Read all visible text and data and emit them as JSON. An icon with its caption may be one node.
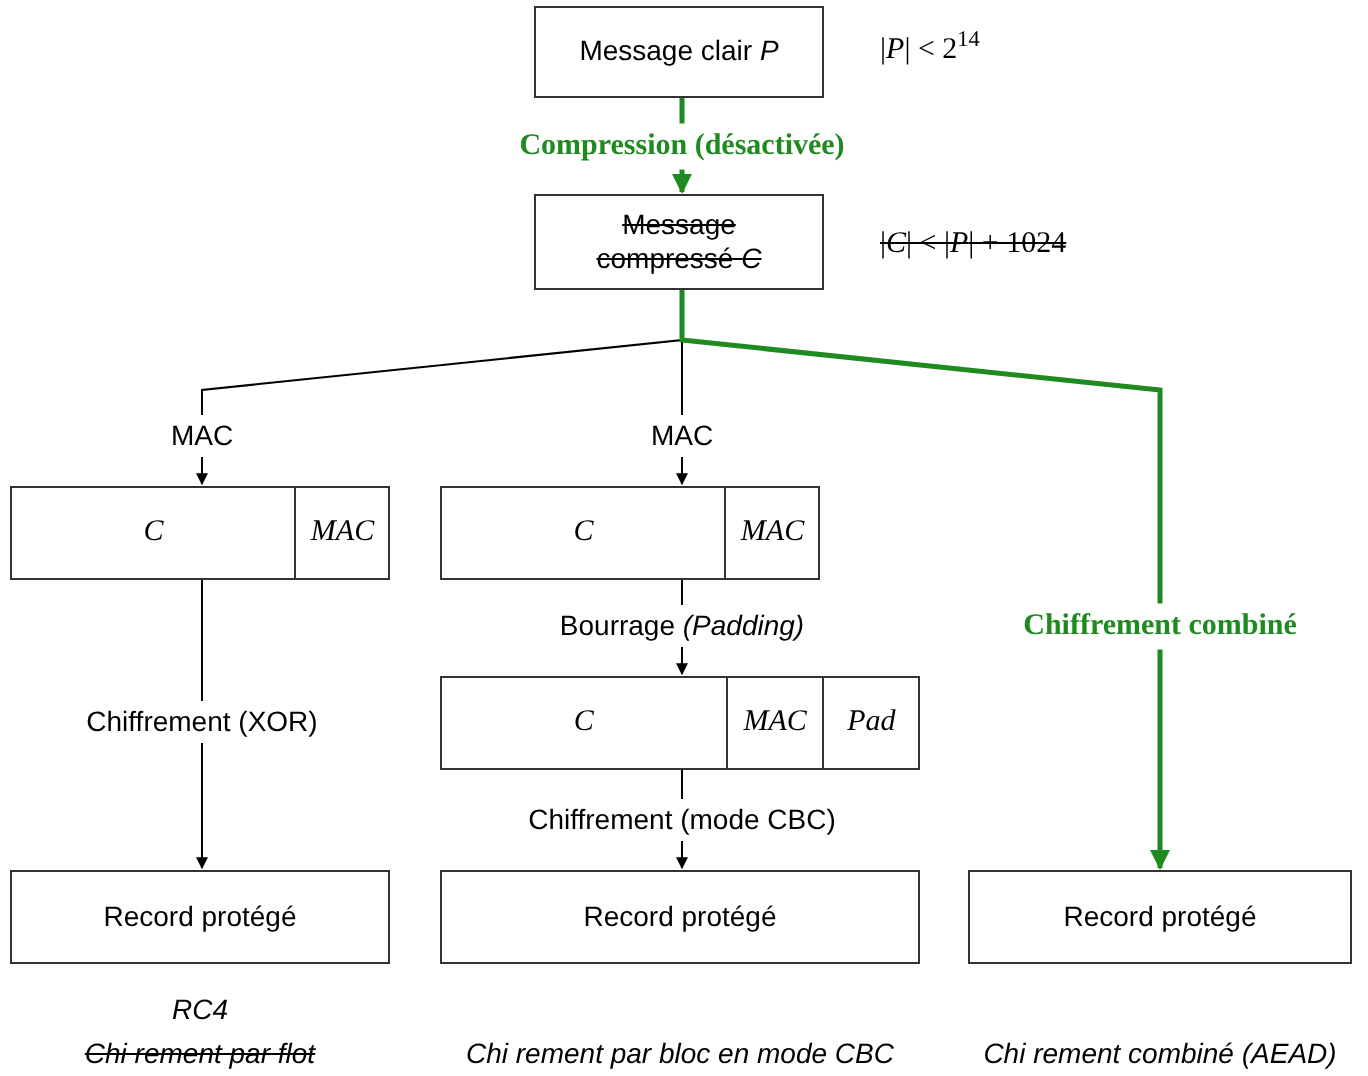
{
  "diagram": {
    "nodes": [
      {
        "text": [
          "Message clair *P*"
        ],
        "beside": [
          "|*P*| < 2$^{14}$"
        ]
      },
      {
        "text": [
          "Message compressé *C*"
        ],
        "beside": [
          "|*C*| < |*P*| + 1024"
        ]
      },
      {
        "text": [
          "C",
          "MAC"
        ]
      },
      {
        "text": [
          "C",
          "MAC"
        ]
      },
      {
        "text": [
          "C",
          "MAC",
          "Pad"
        ]
      },
      {
        "text": [
          "Record protégé"
        ]
      },
      {
        "text": [
          "Record protégé"
        ]
      },
      {
        "text": [
          "Record protégé"
        ]
      }
    ],
    "edges": [
      {
        "from": 0,
        "to": 1,
        "arrow": "to",
        "label": "Compression (désactivée)",
        "style": "thick",
        "color": "#1f8a1f"
      },
      {
        "from": 1,
        "to": 2,
        "arrow": "to",
        "label": "MAC"
      },
      {
        "from": 1,
        "to": 3,
        "arrow": "to",
        "label": "MAC"
      },
      {
        "from": 1,
        "to": 7,
        "arrow": "to",
        "label": "Chiffrement combiné",
        "style": "thick",
        "color": "#1f8a1f"
      },
      {
        "from": 2,
        "to": 5,
        "arrow": "to",
        "label": "Chiffrement (XOR)"
      },
      {
        "from": 3,
        "to": 4,
        "arrow": "to",
        "label": "Bourrage *(Padding)*"
      },
      {
        "from": 4,
        "to": 6,
        "arrow": "to",
        "label": "Chiffrement (mode CBC)"
      }
    ],
    "labels": [
      "RC4",
      "Chi rement par flot",
      "Chi rement par bloc en mode CBC",
      "Chi rement combiné (AEAD)"
    ]
  }
}
